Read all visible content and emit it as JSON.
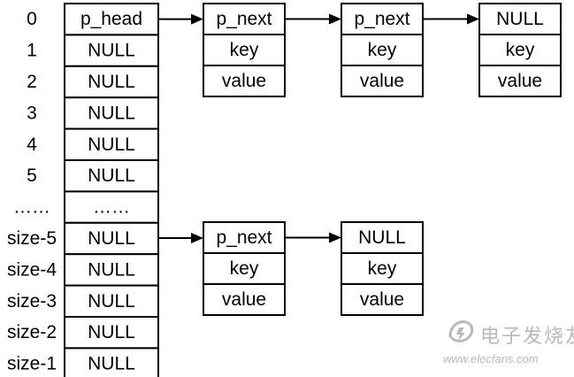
{
  "table": {
    "rows": [
      {
        "index": "0",
        "value": "p_head"
      },
      {
        "index": "1",
        "value": "NULL"
      },
      {
        "index": "2",
        "value": "NULL"
      },
      {
        "index": "3",
        "value": "NULL"
      },
      {
        "index": "4",
        "value": "NULL"
      },
      {
        "index": "5",
        "value": "NULL"
      },
      {
        "index": "……",
        "value": "……"
      },
      {
        "index": "size-5",
        "value": "NULL"
      },
      {
        "index": "size-4",
        "value": "NULL"
      },
      {
        "index": "size-3",
        "value": "NULL"
      },
      {
        "index": "size-2",
        "value": "NULL"
      },
      {
        "index": "size-1",
        "value": "NULL"
      }
    ]
  },
  "chains": [
    {
      "from_row": 0,
      "nodes": [
        {
          "next": "p_next",
          "key": "key",
          "value": "value"
        },
        {
          "next": "p_next",
          "key": "key",
          "value": "value"
        },
        {
          "next": "NULL",
          "key": "key",
          "value": "value"
        }
      ]
    },
    {
      "from_row": 7,
      "nodes": [
        {
          "next": "p_next",
          "key": "key",
          "value": "value"
        },
        {
          "next": "NULL",
          "key": "key",
          "value": "value"
        }
      ]
    }
  ],
  "watermark": {
    "title": "电子发烧友",
    "url": "www.elecfans.com",
    "icon": "elecfans-logo-icon"
  },
  "colors": {
    "stroke": "#000000",
    "background": "#ffffff",
    "watermark": "#b9b9b9"
  }
}
